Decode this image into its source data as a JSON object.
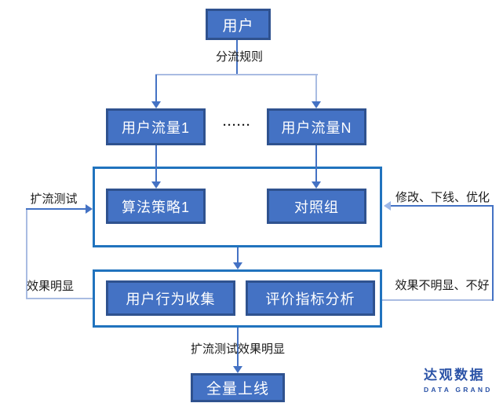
{
  "diagram": {
    "nodes": {
      "user": "用户",
      "traffic1": "用户流量1",
      "trafficN": "用户流量N",
      "ellipsis": "······",
      "strategy1": "算法策略1",
      "control": "对照组",
      "behavior": "用户行为收集",
      "metrics": "评价指标分析",
      "launch": "全量上线"
    },
    "labels": {
      "split_rule": "分流规则",
      "expand_test": "扩流测试",
      "modify_offline_optimize": "修改、下线、优化",
      "effect_clear": "效果明显",
      "effect_unclear": "效果不明显、不好",
      "expand_test_effect_clear": "扩流测试效果明显"
    },
    "colors": {
      "node_fill": "#4472C4",
      "node_border": "#2F528F",
      "container_border": "#2173BE",
      "connector_dark": "#4472C4",
      "connector_light": "#A9BCE2",
      "node_text": "#FFFFFF",
      "label_text": "#1A1A1A"
    }
  },
  "logo": {
    "name_cn": "达观数据",
    "name_en": "DATA GRAND",
    "color": "#2B53A7"
  }
}
